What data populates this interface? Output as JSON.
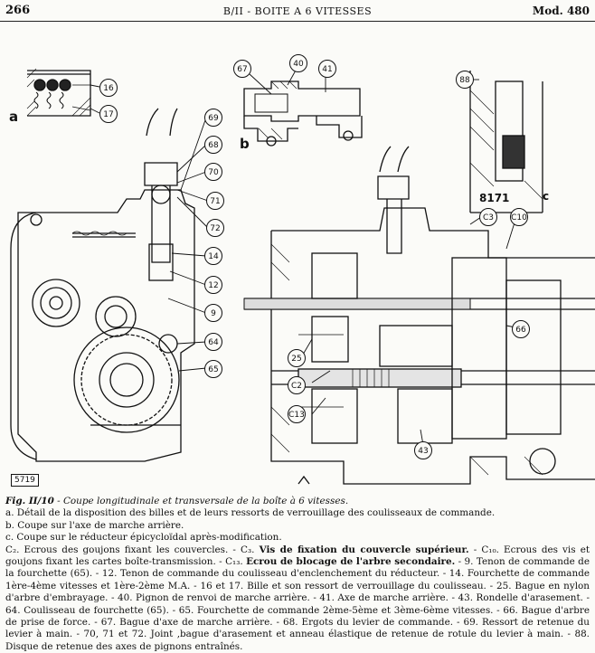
{
  "header": {
    "page_number": "266",
    "running_title": "B/II - BOITE A 6 VITESSES",
    "model": "Mod. 480"
  },
  "figure": {
    "view_labels": [
      "a",
      "b",
      "c"
    ],
    "callouts": [
      "16",
      "17",
      "69",
      "68",
      "70",
      "71",
      "72",
      "14",
      "12",
      "9",
      "64",
      "65",
      "67",
      "40",
      "41",
      "88",
      "C3",
      "C10",
      "66",
      "25",
      "C2",
      "C13",
      "43"
    ],
    "drawing_number_c": "8171",
    "code": "5719"
  },
  "caption": {
    "fig_label": "Fig. II/10",
    "title": "- Coupe longitudinale et transversale de la boîte à 6 vitesses.",
    "lines": [
      "a. Détail de la disposition des billes et de leurs ressorts de verrouillage des coulisseaux de commande.",
      "b. Coupe sur l'axe de marche arrière.",
      "c. Coupe sur le réducteur épicycloïdal après-modification."
    ],
    "legend_html_parts": [
      "C₂. Ecrous des goujons fixant les couvercles. - C₃. ",
      "Vis de fixation du couvercle supérieur.",
      " - C₁₀. Ecrous des vis et goujons fixant les cartes boîte-transmission. - C₁₃. ",
      "Ecrou de blocage de l'arbre secondaire.",
      " - 9. Tenon de commande de la fourchette (65). - 12. Tenon de commande du coulisseau d'enclenchement du réducteur. - 14. Fourchette de commande 1ère-4ème vitesses et 1ère-2ème M.A. - 16 et 17. Bille et son ressort de verrouillage du coulisseau. - 25. Bague en nylon d'arbre d'embrayage. - 40. Pignon de renvoi de marche arrière. - 41. Axe de marche arrière. - 43. Rondelle d'arasement. - 64. Coulisseau de fourchette (65). - 65. Fourchette de commande 2ème-5ème et 3ème-6ème vitesses. - 66. Bague d'arbre de prise de force. - 67. Bague d'axe de marche arrière. - 68. Ergots du levier de commande. - 69. Ressort de retenue du levier à main. - 70, 71 et 72. Joint ,bague d'arasement et anneau élastique de retenue de rotule du levier à main. - 88. Disque de retenue des axes de pignons entraînés."
    ]
  }
}
